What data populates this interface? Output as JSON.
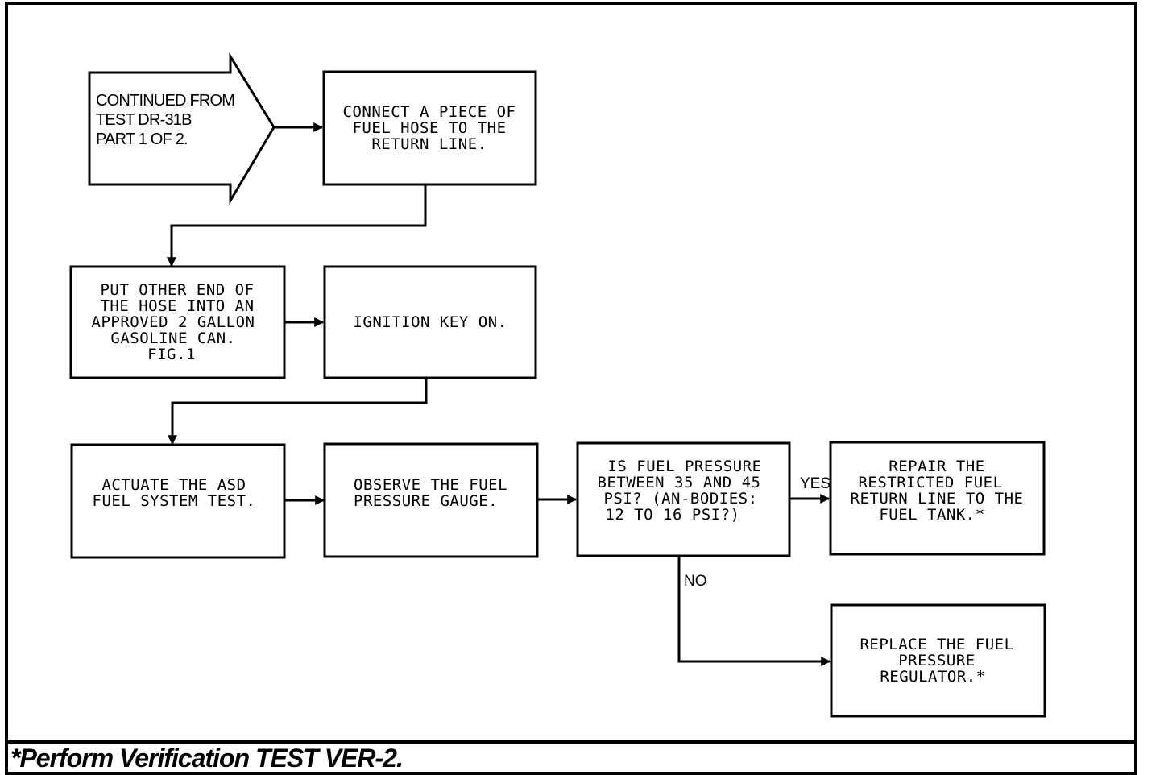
{
  "diagram": {
    "start": {
      "lines": [
        "CONTINUED FROM",
        "TEST DR-31B",
        "PART 1 OF 2."
      ]
    },
    "steps": [
      {
        "id": "connect-hose",
        "lines": [
          "CONNECT A PIECE OF",
          "FUEL HOSE TO THE",
          "RETURN LINE."
        ]
      },
      {
        "id": "put-hose-in-can",
        "lines": [
          "PUT OTHER END OF",
          "THE HOSE INTO AN",
          "APPROVED 2 GALLON",
          "GASOLINE CAN.",
          "FIG.1"
        ]
      },
      {
        "id": "ignition-on",
        "lines": [
          "IGNITION KEY ON."
        ]
      },
      {
        "id": "actuate-asd",
        "lines": [
          "ACTUATE THE ASD",
          "FUEL SYSTEM TEST."
        ]
      },
      {
        "id": "observe-gauge",
        "lines": [
          "OBSERVE THE FUEL",
          "PRESSURE GAUGE."
        ]
      },
      {
        "id": "pressure-decision",
        "lines": [
          "IS FUEL PRESSURE",
          "BETWEEN 35 AND 45",
          "PSI? (AN-BODIES:",
          "12 TO 16 PSI?)"
        ]
      },
      {
        "id": "repair-return-line",
        "lines": [
          "REPAIR THE",
          "RESTRICTED FUEL",
          "RETURN LINE TO THE",
          "FUEL TANK.*"
        ]
      },
      {
        "id": "replace-regulator",
        "lines": [
          "REPLACE THE FUEL",
          "PRESSURE",
          "REGULATOR.*"
        ]
      }
    ],
    "branch_labels": {
      "yes": "YES",
      "no": "NO"
    },
    "footer_note": "*Perform Verification TEST VER-2."
  }
}
